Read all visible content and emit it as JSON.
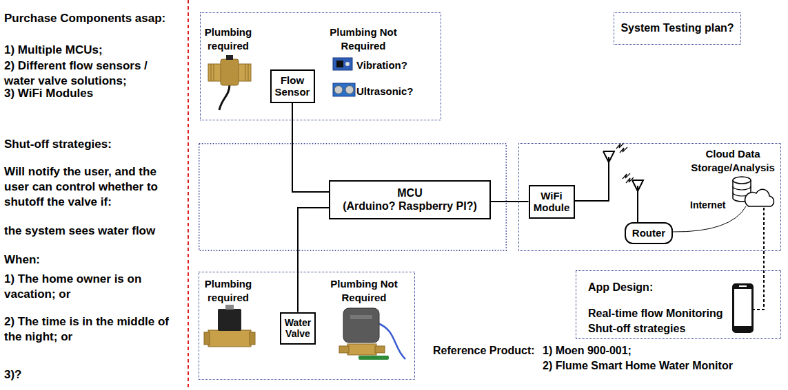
{
  "diagram": {
    "nodes": [
      {
        "text": [
          "Plumbing required",
          "Plumbing Not Required",
          "Vibration?",
          "Ultrasonic?"
        ]
      },
      {
        "text": [
          "Flow Sensor"
        ],
        "in": 0
      },
      {
        "text": [
          "System Testing plan?"
        ]
      },
      {
        "text": [
          "MCU",
          "(Arduino? Raspberry PI?)"
        ]
      },
      {
        "text": [
          "Cloud Data Storage/Analysis",
          "Internet"
        ]
      },
      {
        "text": [
          "WiFi Module"
        ],
        "in": 4
      },
      {
        "text": [
          "Router"
        ],
        "in": 4
      },
      {
        "text": [
          "Plumbing required",
          "Plumbing Not Required"
        ]
      },
      {
        "text": [
          "Water Valve"
        ],
        "in": 7
      },
      {
        "text": [
          "App Design:",
          "Real-time flow Monitoring",
          "Shut-off strategies"
        ]
      }
    ],
    "edges": [
      {
        "from": 1,
        "to": 3,
        "arrow": "none"
      },
      {
        "from": 8,
        "to": 3,
        "arrow": "none"
      },
      {
        "from": 3,
        "to": 5,
        "arrow": "none"
      },
      {
        "from": 4,
        "to": 9,
        "arrow": "none"
      }
    ],
    "labels": [
      "Purchase Components asap:",
      "1) Multiple MCUs;",
      "2) Different flow sensors / water valve solutions;",
      "3) WiFi Modules",
      "Shut-off strategies:",
      "Will notify the user, and the user can control whether to shutoff the valve if:",
      "the system sees water flow",
      "When:",
      "1) The home owner is on vacation; or",
      "2) The time is in the middle of the night; or",
      "3)?",
      "Reference Product:",
      "1) Moen 900-001;",
      "2) Flume Smart Home Water Monitor"
    ]
  }
}
